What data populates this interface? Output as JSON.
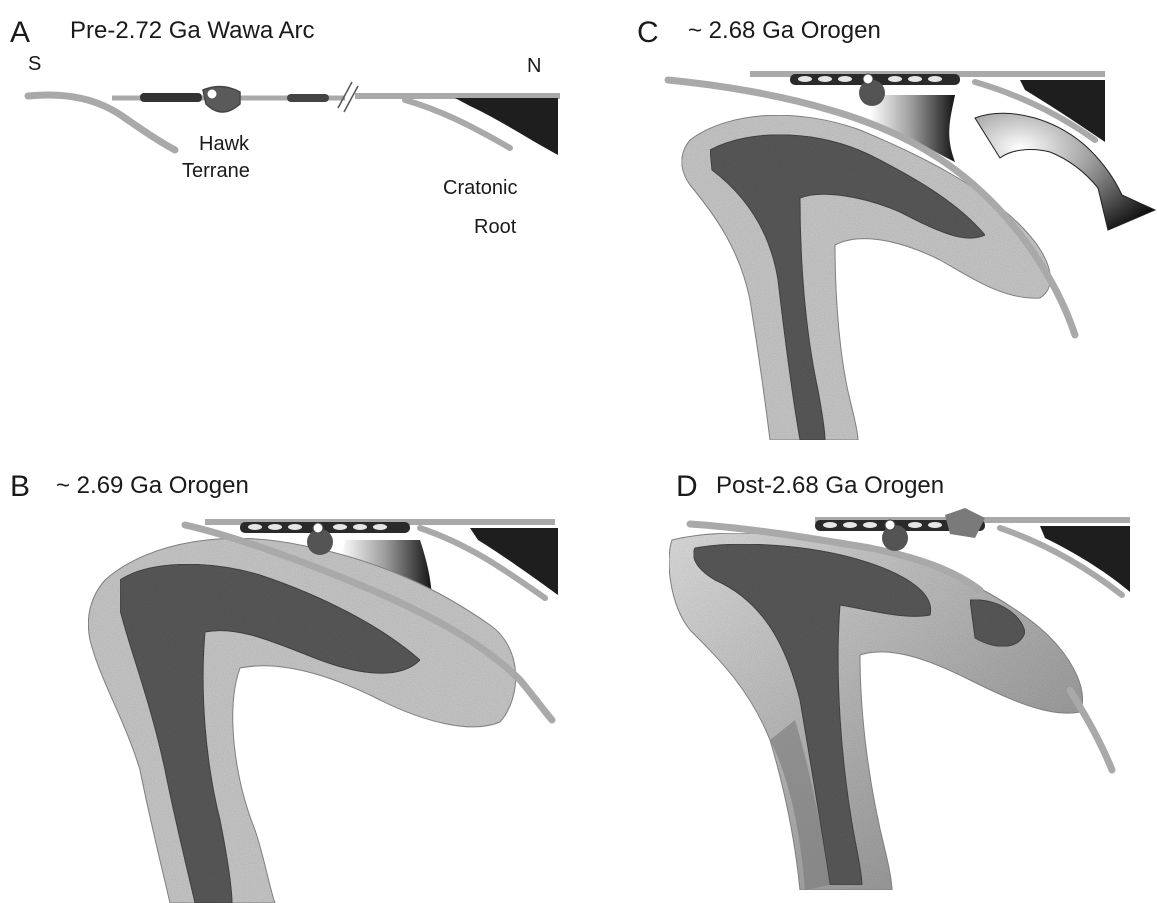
{
  "figure": {
    "panels": [
      {
        "id": "A",
        "letter": "A",
        "title": "Pre-2.72 Ga Wawa Arc",
        "labels": {
          "south": "S",
          "north": "N",
          "hawk_line1": "Hawk",
          "hawk_line2": "Terrane",
          "cratonic_line1": "Cratonic",
          "cratonic_line2": "Root"
        }
      },
      {
        "id": "B",
        "letter": "B",
        "title": "~ 2.69 Ga Orogen"
      },
      {
        "id": "C",
        "letter": "C",
        "title": "~ 2.68 Ga Orogen"
      },
      {
        "id": "D",
        "letter": "D",
        "title": "Post-2.68 Ga Orogen"
      }
    ],
    "colors": {
      "background": "#ffffff",
      "outer_mantle": "#c9c9c9",
      "inner_core": "#5a5a5a",
      "slab": "#a9a9a9",
      "craton": "#1e1e1e",
      "terrane_dark": "#3a3a3a",
      "outline": "#555555"
    },
    "icons": [
      "rising-plume-arrow-icon"
    ]
  }
}
